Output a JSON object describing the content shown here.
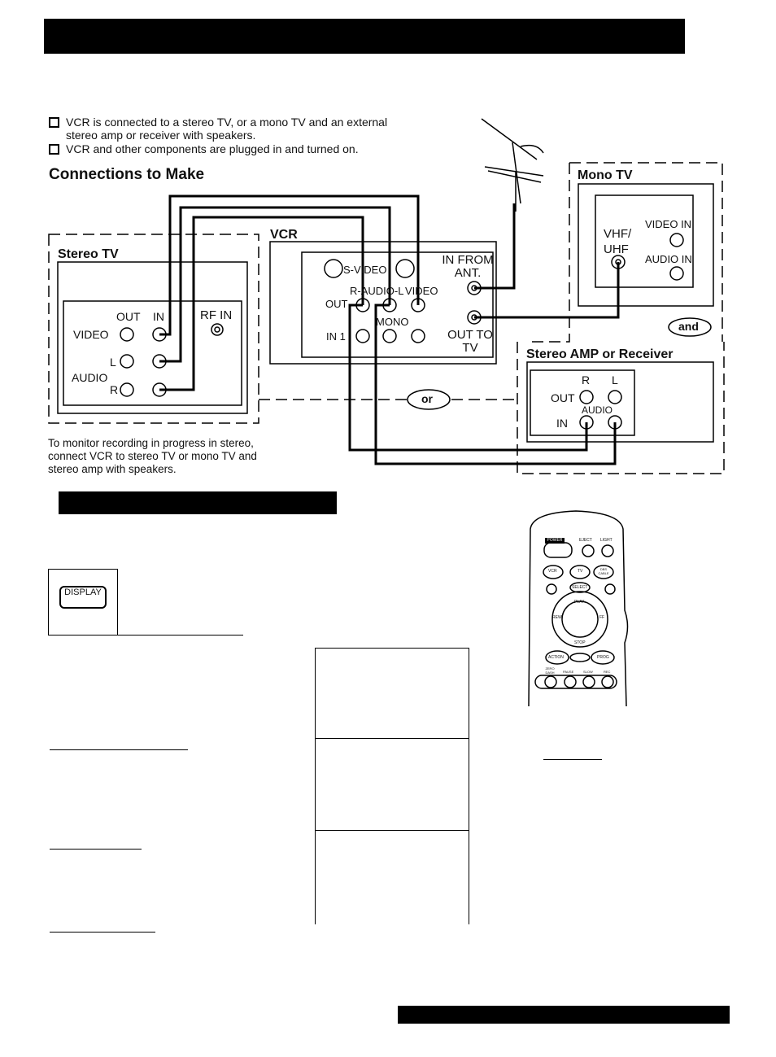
{
  "checklist": [
    "VCR is connected to a stereo TV, or a mono TV and an external stereo amp or receiver with speakers.",
    "VCR and other components are plugged in and turned on."
  ],
  "connections_heading": "Connections to Make",
  "stereo_tv": {
    "title": "Stereo TV",
    "out": "OUT",
    "in": "IN",
    "rf_in": "RF IN",
    "video": "VIDEO",
    "audio": "AUDIO",
    "l": "L",
    "r": "R"
  },
  "vcr": {
    "title": "VCR",
    "s_video": "S-VIDEO",
    "r_audio_l": "R-AUDIO-L",
    "video": "VIDEO",
    "out": "OUT",
    "mono": "MONO",
    "in1": "IN 1",
    "in_from_ant": "IN FROM ANT.",
    "out_to_tv": "OUT TO TV"
  },
  "mono_tv": {
    "title": "Mono TV",
    "vhf_uhf": "VHF/ UHF",
    "video_in": "VIDEO IN",
    "audio_in": "AUDIO IN"
  },
  "and_label": "and",
  "or_label": "or",
  "stereo_amp": {
    "title": "Stereo AMP or Receiver",
    "r": "R",
    "l": "L",
    "out": "OUT",
    "in": "IN",
    "audio": "AUDIO"
  },
  "monitor_note": "To monitor recording in progress in stereo, connect VCR to stereo TV or mono TV and stereo amp with speakers.",
  "display_button": "DISPLAY",
  "remote": {
    "power": "POWER",
    "eject": "EJECT",
    "light": "LIGHT",
    "vcr": "VCR",
    "tv": "TV",
    "dbs_cable": "DBS CABLE",
    "select": "SELECT",
    "play": "PLAY",
    "rew": "REW",
    "ff": "FF",
    "stop": "STOP",
    "action": "ACTION",
    "prog": "PROG",
    "zero_dash": "ZERO DASH",
    "pause": "PAUSE",
    "slow": "SLOW",
    "rec": "REC"
  },
  "colors": {
    "ink": "#000000",
    "paper": "#ffffff"
  }
}
